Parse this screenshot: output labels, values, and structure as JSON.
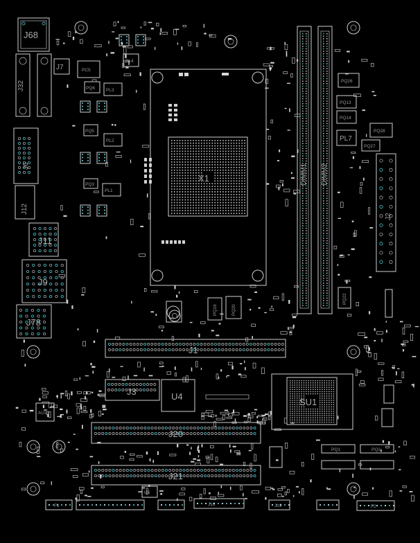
{
  "board": {
    "background": "#000000",
    "silk_color": "#cfcfcf",
    "pin_color": "#3aa8b0"
  },
  "labels": {
    "j68": "J68",
    "j7": "J7",
    "j32": "J32",
    "pl4": "PL4",
    "pc5": "PC5",
    "pq6": "PQ6",
    "pq5": "PQ5",
    "pl3": "PL3",
    "pl2": "PL2",
    "pl1": "PL1",
    "pq3": "PQ3",
    "pq1": "PQ1",
    "j13": "J13",
    "j6": "J6",
    "j15": "J15",
    "j12": "J12",
    "j11": "J11",
    "j9": "J9",
    "j78": "J78",
    "x1": "X1",
    "dimm1": "DIMM1",
    "dimm2": "DIMM2",
    "pq28": "PQ28",
    "pq13": "PQ13",
    "pq14": "PQ14",
    "pq26": "PQ26",
    "pl7": "PL7",
    "pq27": "PQ27",
    "j2": "J2",
    "pq22": "PQ22",
    "pq19": "PQ19",
    "pq20": "PQ20",
    "j1": "J1",
    "j3": "J3",
    "u4": "U4",
    "su1": "SU1",
    "j20": "J20",
    "au1": "AU1",
    "j21": "J21",
    "u6": "U6",
    "j16": "J16",
    "j19": "J19",
    "pq1b": "PQ1",
    "pq2": "PQ2",
    "f1": "F1",
    "f2": "F2"
  }
}
